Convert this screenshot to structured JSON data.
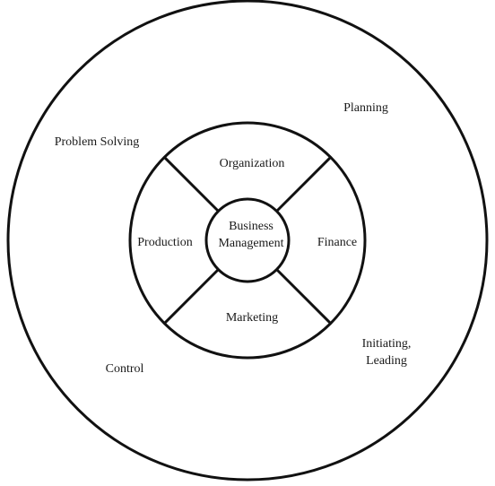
{
  "diagram": {
    "center": {
      "line1": "Business",
      "line2": "Management"
    },
    "inner_ring": {
      "top": "Organization",
      "left": "Production",
      "right": "Finance",
      "bottom": "Marketing"
    },
    "outer_ring": {
      "planning": "Planning",
      "problem_solving": "Problem Solving",
      "initiating_line1": "Initiating,",
      "initiating_line2": "Leading",
      "control": "Control"
    },
    "colors": {
      "stroke": "#111111",
      "text": "#1a1a1a",
      "background": "#ffffff"
    }
  }
}
